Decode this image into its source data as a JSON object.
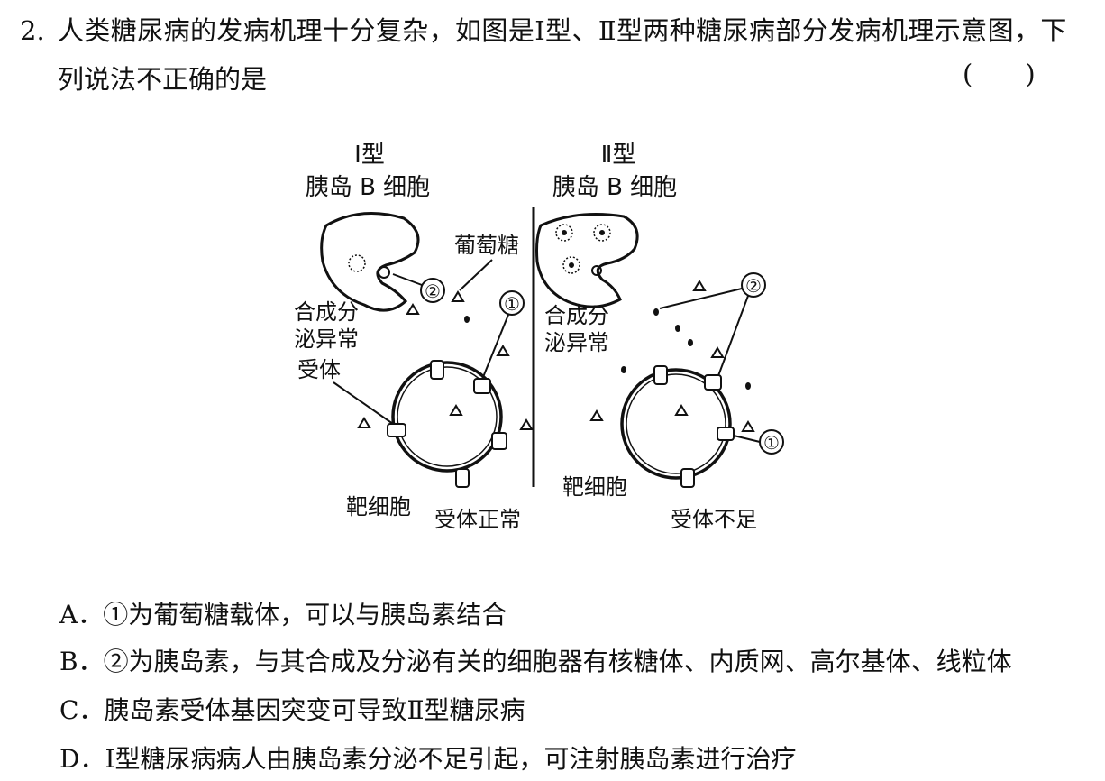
{
  "question": {
    "number": "2.",
    "line1": "人类糖尿病的发病机理十分复杂，如图是Ⅰ型、Ⅱ型两种糖尿病部分发病机理示意图，下",
    "line2": "列说法不正确的是",
    "answer_blank": "(　　)"
  },
  "diagram": {
    "left": {
      "title": "Ⅰ型",
      "subtitle": "胰岛 B 细胞",
      "glucose_label": "葡萄糖",
      "receptor_label": [
        "合成分",
        "泌异常",
        "受体"
      ],
      "target_label": "靶细胞",
      "receptor_status": "受体正常"
    },
    "right": {
      "title": "Ⅱ型",
      "subtitle": "胰岛 B 细胞",
      "receptor_label": [
        "合成分",
        "泌异常"
      ],
      "target_label": "靶细胞",
      "receptor_status": "受体不足"
    },
    "markers": {
      "one": "①",
      "two": "②"
    }
  },
  "options": [
    {
      "letter": "A．",
      "text": "①为葡萄糖载体，可以与胰岛素结合"
    },
    {
      "letter": "B．",
      "text": "②为胰岛素，与其合成及分泌有关的细胞器有核糖体、内质网、高尔基体、线粒体"
    },
    {
      "letter": "C．",
      "text": "胰岛素受体基因突变可导致Ⅱ型糖尿病"
    },
    {
      "letter": "D．",
      "text": "Ⅰ型糖尿病病人由胰岛素分泌不足引起，可注射胰岛素进行治疗"
    }
  ]
}
